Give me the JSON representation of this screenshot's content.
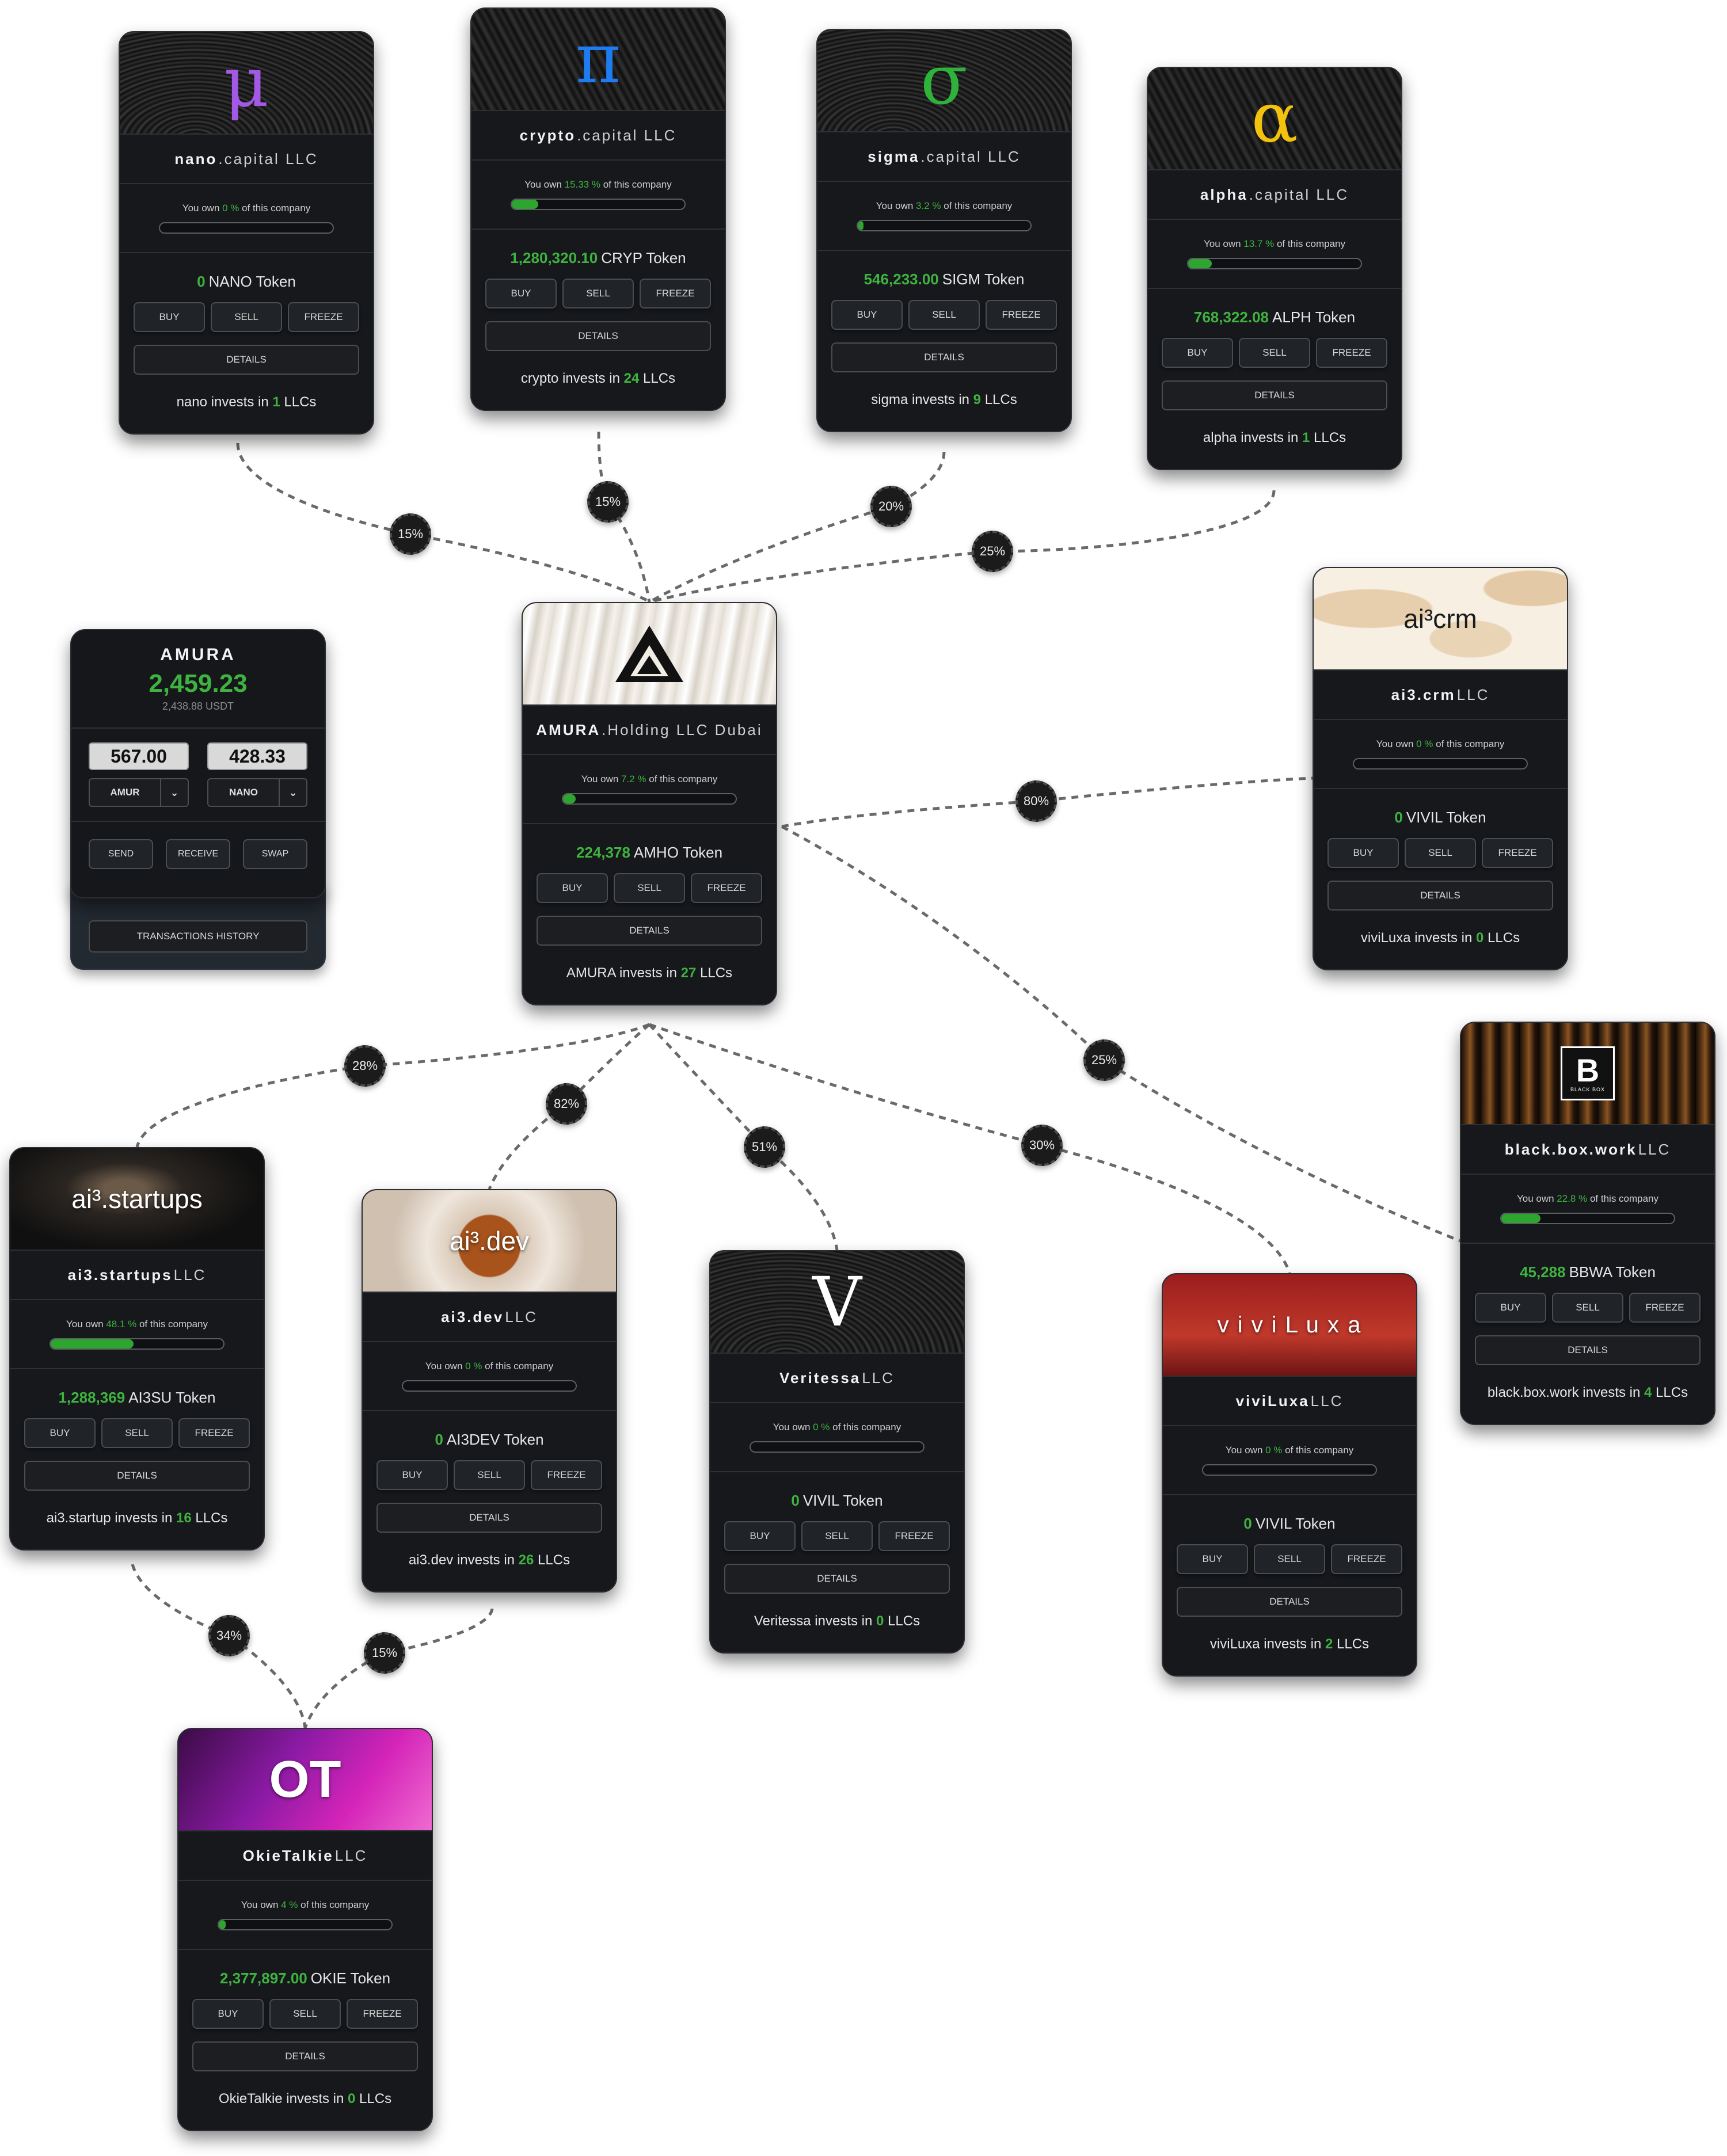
{
  "edges": [
    {
      "from": "nano",
      "to": "amura",
      "label": "15%"
    },
    {
      "from": "crypto",
      "to": "amura",
      "label": "15%"
    },
    {
      "from": "sigma",
      "to": "amura",
      "label": "20%"
    },
    {
      "from": "alpha",
      "to": "amura",
      "label": "25%"
    },
    {
      "from": "amura",
      "to": "ai3crm",
      "label": "80%"
    },
    {
      "from": "amura",
      "to": "blackbox",
      "label": "25%"
    },
    {
      "from": "amura",
      "to": "ai3startups",
      "label": "28%"
    },
    {
      "from": "amura",
      "to": "ai3dev",
      "label": "82%"
    },
    {
      "from": "amura",
      "to": "veritessa",
      "label": "51%"
    },
    {
      "from": "amura",
      "to": "viviluxa",
      "label": "30%"
    },
    {
      "from": "ai3startups",
      "to": "okietalkie",
      "label": "34%"
    },
    {
      "from": "ai3dev",
      "to": "okietalkie",
      "label": "15%"
    }
  ],
  "wallet": {
    "title": "AMURA",
    "amount": "2,459.23",
    "sub": "2,438.88 USDT",
    "left_value": "567.00",
    "right_value": "428.33",
    "left_token": "AMUR",
    "right_token": "NANO",
    "chevron": "⌄",
    "send": "SEND",
    "receive": "RECEIVE",
    "swap": "SWAP",
    "history": "TRANSACTIONS HISTORY"
  },
  "cards": {
    "nano": {
      "logo": "μ",
      "logo_color": "#a259e6",
      "name": "nano",
      "suffix": ".capital LLC",
      "own_prefix": "You own ",
      "own_pct": "0 %",
      "own_suffix": " of this company",
      "progress": 0,
      "amount": "0",
      "token": "NANO Token",
      "buy": "BUY",
      "sell": "SELL",
      "freeze": "FREEZE",
      "details": "DETAILS",
      "invests_prefix": "nano invests in ",
      "invests_count": "1",
      "invests_suffix": " LLCs"
    },
    "crypto": {
      "logo": "π",
      "logo_color": "#1e7bf0",
      "name": "crypto",
      "suffix": ".capital LLC",
      "own_prefix": "You own ",
      "own_pct": "15.33 %",
      "own_suffix": " of this company",
      "progress": 0.1533,
      "amount": "1,280,320.10",
      "token": "CRYP Token",
      "buy": "BUY",
      "sell": "SELL",
      "freeze": "FREEZE",
      "details": "DETAILS",
      "invests_prefix": "crypto invests in ",
      "invests_count": "24",
      "invests_suffix": " LLCs"
    },
    "sigma": {
      "logo": "σ",
      "logo_color": "#2fb23a",
      "name": "sigma",
      "suffix": ".capital LLC",
      "own_prefix": "You own ",
      "own_pct": "3.2 %",
      "own_suffix": " of this company",
      "progress": 0.032,
      "amount": "546,233.00",
      "token": "SIGM Token",
      "buy": "BUY",
      "sell": "SELL",
      "freeze": "FREEZE",
      "details": "DETAILS",
      "invests_prefix": "sigma invests in ",
      "invests_count": "9",
      "invests_suffix": " LLCs"
    },
    "alpha": {
      "logo": "α",
      "logo_color": "#f2c20c",
      "name": "alpha",
      "suffix": ".capital LLC",
      "own_prefix": "You own ",
      "own_pct": "13.7 %",
      "own_suffix": " of this company",
      "progress": 0.137,
      "amount": "768,322.08",
      "token": "ALPH Token",
      "buy": "BUY",
      "sell": "SELL",
      "freeze": "FREEZE",
      "details": "DETAILS",
      "invests_prefix": "alpha invests in ",
      "invests_count": "1",
      "invests_suffix": " LLCs"
    },
    "amura": {
      "name": "AMURA",
      "suffix": ".Holding LLC Dubai",
      "own_prefix": "You own ",
      "own_pct": "7.2 %",
      "own_suffix": " of this company",
      "progress": 0.072,
      "amount": "224,378",
      "token": "AMHO Token",
      "buy": "BUY",
      "sell": "SELL",
      "freeze": "FREEZE",
      "details": "DETAILS",
      "invests_prefix": "AMURA invests in ",
      "invests_count": "27",
      "invests_suffix": " LLCs"
    },
    "ai3crm": {
      "logo": "ai³crm",
      "name": "ai3.crm",
      "suffix": " LLC",
      "own_prefix": "You own ",
      "own_pct": "0 %",
      "own_suffix": " of this company",
      "progress": 0,
      "amount": "0",
      "token": "VIVIL Token",
      "buy": "BUY",
      "sell": "SELL",
      "freeze": "FREEZE",
      "details": "DETAILS",
      "invests_prefix": "viviLuxa invests in ",
      "invests_count": "0",
      "invests_suffix": " LLCs"
    },
    "blackbox": {
      "logo": "B",
      "logo_sub": "BLACK BOX",
      "name": "black.box.work",
      "suffix": " LLC",
      "own_prefix": "You own ",
      "own_pct": "22.8 %",
      "own_suffix": " of this company",
      "progress": 0.228,
      "amount": "45,288",
      "token": "BBWA Token",
      "buy": "BUY",
      "sell": "SELL",
      "freeze": "FREEZE",
      "details": "DETAILS",
      "invests_prefix": "black.box.work invests in ",
      "invests_count": "4",
      "invests_suffix": " LLCs"
    },
    "ai3startups": {
      "logo": "ai³.startups",
      "name": "ai3.startups",
      "suffix": " LLC",
      "own_prefix": "You own ",
      "own_pct": "48.1 %",
      "own_suffix": " of this company",
      "progress": 0.481,
      "amount": "1,288,369",
      "token": "AI3SU Token",
      "buy": "BUY",
      "sell": "SELL",
      "freeze": "FREEZE",
      "details": "DETAILS",
      "invests_prefix": "ai3.startup invests in ",
      "invests_count": "16",
      "invests_suffix": " LLCs"
    },
    "ai3dev": {
      "logo": "ai³.dev",
      "name": "ai3.dev",
      "suffix": " LLC",
      "own_prefix": "You own ",
      "own_pct": "0 %",
      "own_suffix": " of this company",
      "progress": 0,
      "amount": "0",
      "token": "AI3DEV Token",
      "buy": "BUY",
      "sell": "SELL",
      "freeze": "FREEZE",
      "details": "DETAILS",
      "invests_prefix": "ai3.dev invests in ",
      "invests_count": "26",
      "invests_suffix": " LLCs"
    },
    "veritessa": {
      "logo": "V",
      "name": "Veritessa",
      "suffix": " LLC",
      "own_prefix": "You own ",
      "own_pct": "0 %",
      "own_suffix": " of this company",
      "progress": 0,
      "amount": "0",
      "token": "VIVIL Token",
      "buy": "BUY",
      "sell": "SELL",
      "freeze": "FREEZE",
      "details": "DETAILS",
      "invests_prefix": "Veritessa invests in ",
      "invests_count": "0",
      "invests_suffix": " LLCs"
    },
    "viviluxa": {
      "logo": "v i v i L u x a",
      "name": "viviLuxa",
      "suffix": " LLC",
      "own_prefix": "You own ",
      "own_pct": "0 %",
      "own_suffix": " of this company",
      "progress": 0,
      "amount": "0",
      "token": "VIVIL Token",
      "buy": "BUY",
      "sell": "SELL",
      "freeze": "FREEZE",
      "details": "DETAILS",
      "invests_prefix": "viviLuxa invests in ",
      "invests_count": "2",
      "invests_suffix": " LLCs"
    },
    "okietalkie": {
      "logo": "OT",
      "name": "OkieTalkie",
      "suffix": " LLC",
      "own_prefix": "You own ",
      "own_pct": "4 %",
      "own_suffix": " of this company",
      "progress": 0.04,
      "amount": "2,377,897.00",
      "token": "OKIE Token",
      "buy": "BUY",
      "sell": "SELL",
      "freeze": "FREEZE",
      "details": "DETAILS",
      "invests_prefix": "OkieTalkie invests in ",
      "invests_count": "0",
      "invests_suffix": " LLCs"
    }
  }
}
